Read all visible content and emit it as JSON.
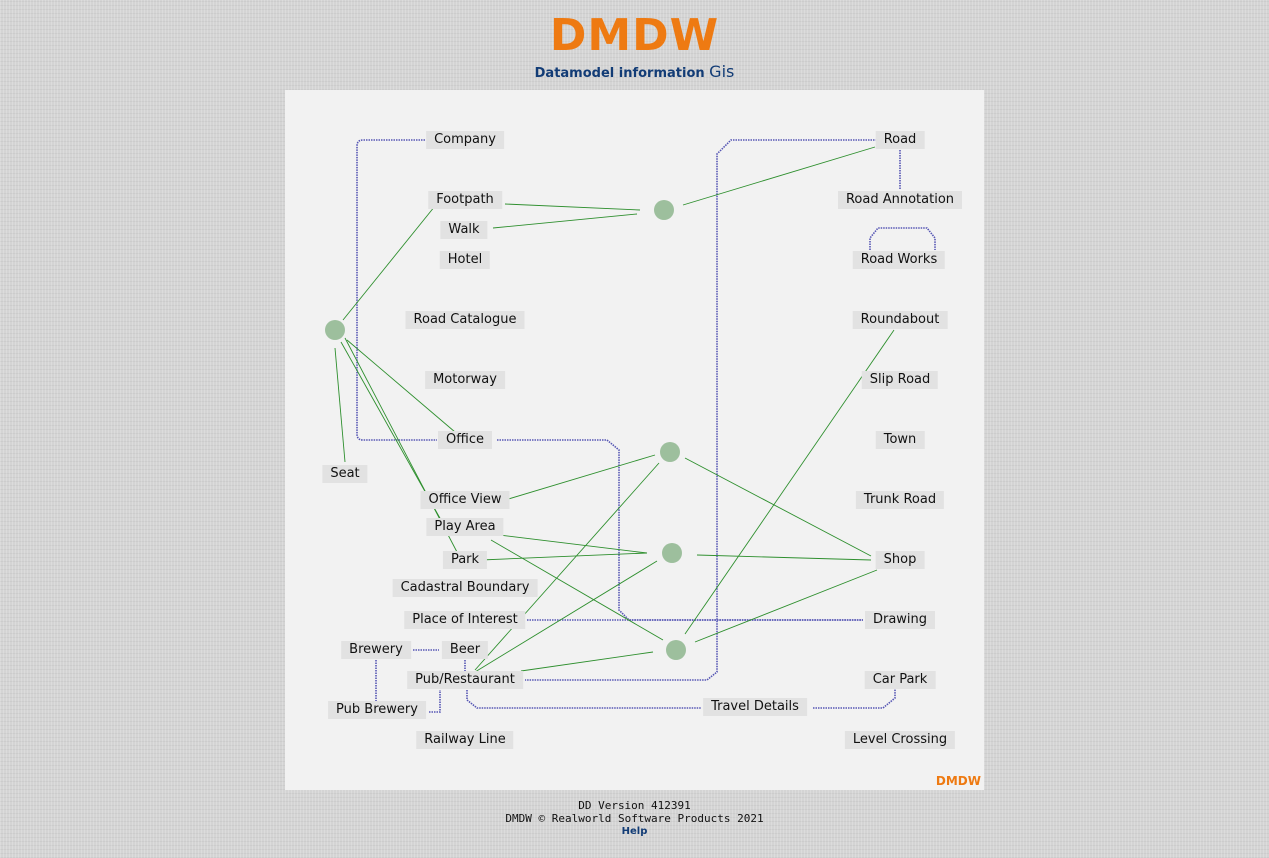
{
  "header": {
    "logo_text": "DMDW",
    "subtitle_prefix": "Datamodel information",
    "subtitle_app": "Gis"
  },
  "colors": {
    "brand_orange": "#ee7a12",
    "brand_blue": "#123c76",
    "link_line": "#5656b4",
    "relation_line": "#2e8f2e",
    "hub_fill": "#9dbf9d"
  },
  "diagram": {
    "corner_tag": "DMDW",
    "entities": [
      {
        "key": "company",
        "label": "Company"
      },
      {
        "key": "footpath",
        "label": "Footpath"
      },
      {
        "key": "walk",
        "label": "Walk"
      },
      {
        "key": "hotel",
        "label": "Hotel"
      },
      {
        "key": "road-catalogue",
        "label": "Road Catalogue"
      },
      {
        "key": "motorway",
        "label": "Motorway"
      },
      {
        "key": "office",
        "label": "Office"
      },
      {
        "key": "seat",
        "label": "Seat"
      },
      {
        "key": "office-view",
        "label": "Office View"
      },
      {
        "key": "play-area",
        "label": "Play Area"
      },
      {
        "key": "park",
        "label": "Park"
      },
      {
        "key": "cadastral-boundary",
        "label": "Cadastral Boundary"
      },
      {
        "key": "place-of-interest",
        "label": "Place of Interest"
      },
      {
        "key": "brewery",
        "label": "Brewery"
      },
      {
        "key": "beer",
        "label": "Beer"
      },
      {
        "key": "pub-restaurant",
        "label": "Pub/Restaurant"
      },
      {
        "key": "pub-brewery",
        "label": "Pub Brewery"
      },
      {
        "key": "railway-line",
        "label": "Railway Line"
      },
      {
        "key": "travel-details",
        "label": "Travel Details"
      },
      {
        "key": "road",
        "label": "Road"
      },
      {
        "key": "road-annotation",
        "label": "Road Annotation"
      },
      {
        "key": "road-works",
        "label": "Road Works"
      },
      {
        "key": "roundabout",
        "label": "Roundabout"
      },
      {
        "key": "slip-road",
        "label": "Slip Road"
      },
      {
        "key": "town",
        "label": "Town"
      },
      {
        "key": "trunk-road",
        "label": "Trunk Road"
      },
      {
        "key": "shop",
        "label": "Shop"
      },
      {
        "key": "drawing",
        "label": "Drawing"
      },
      {
        "key": "car-park",
        "label": "Car Park"
      },
      {
        "key": "level-crossing",
        "label": "Level Crossing"
      }
    ]
  },
  "footer": {
    "version": "DD Version 412391",
    "copyright": "DMDW © Realworld Software Products 2021",
    "help_link": "Help"
  }
}
